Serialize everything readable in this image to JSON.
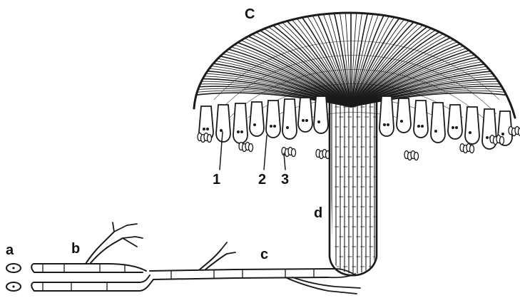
{
  "labels": {
    "C": "C",
    "a": "a",
    "b": "b",
    "c": "c",
    "d": "d",
    "n1": "1",
    "n2": "2",
    "n3": "3"
  },
  "colors": {
    "ink": "#1a1a1a",
    "paper": "#ffffff",
    "shade": "#cfcfcf"
  }
}
